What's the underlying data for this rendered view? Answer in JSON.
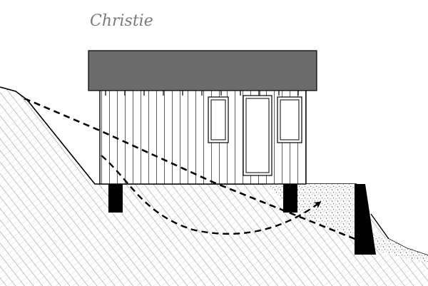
{
  "diagram": {
    "label": "Christie"
  },
  "colors": {
    "roof_fill": "#6b6b6b",
    "ink": "#000000",
    "caption": "#7a7a7a",
    "background": "#ffffff"
  },
  "elements": {
    "hillside": "hatched-slope",
    "fill_zone": "stippled-fill",
    "flow_paths": [
      "dashed-line-slope",
      "dashed-arrow-curve"
    ],
    "supports": [
      "pier-left",
      "pier-middle",
      "retaining-wall-right"
    ]
  }
}
